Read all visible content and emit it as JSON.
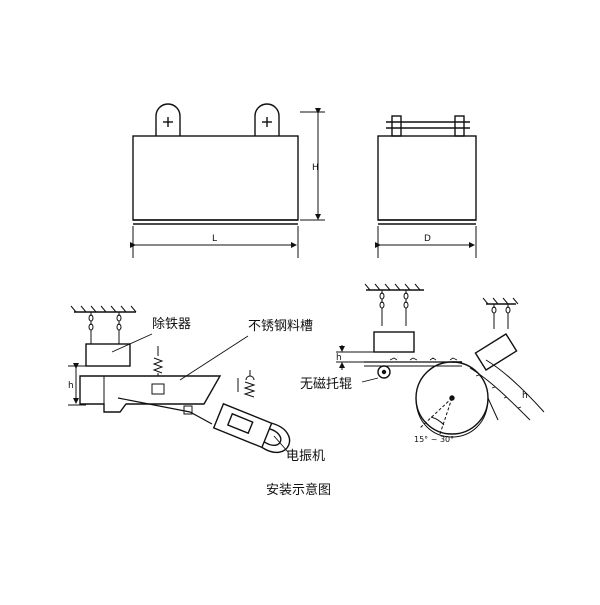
{
  "dimensions": {
    "length": "L",
    "height": "H",
    "depth": "D",
    "gap_left": "h",
    "gap_right": "h",
    "angle": "15° ~ 30°",
    "incline": "h"
  },
  "labels": {
    "iron_remover": "除铁器",
    "stainless_trough": "不锈钢料槽",
    "electric_vibrator": "电振机",
    "non_magnetic_roller": "无磁托辊"
  },
  "caption": "安装示意图"
}
